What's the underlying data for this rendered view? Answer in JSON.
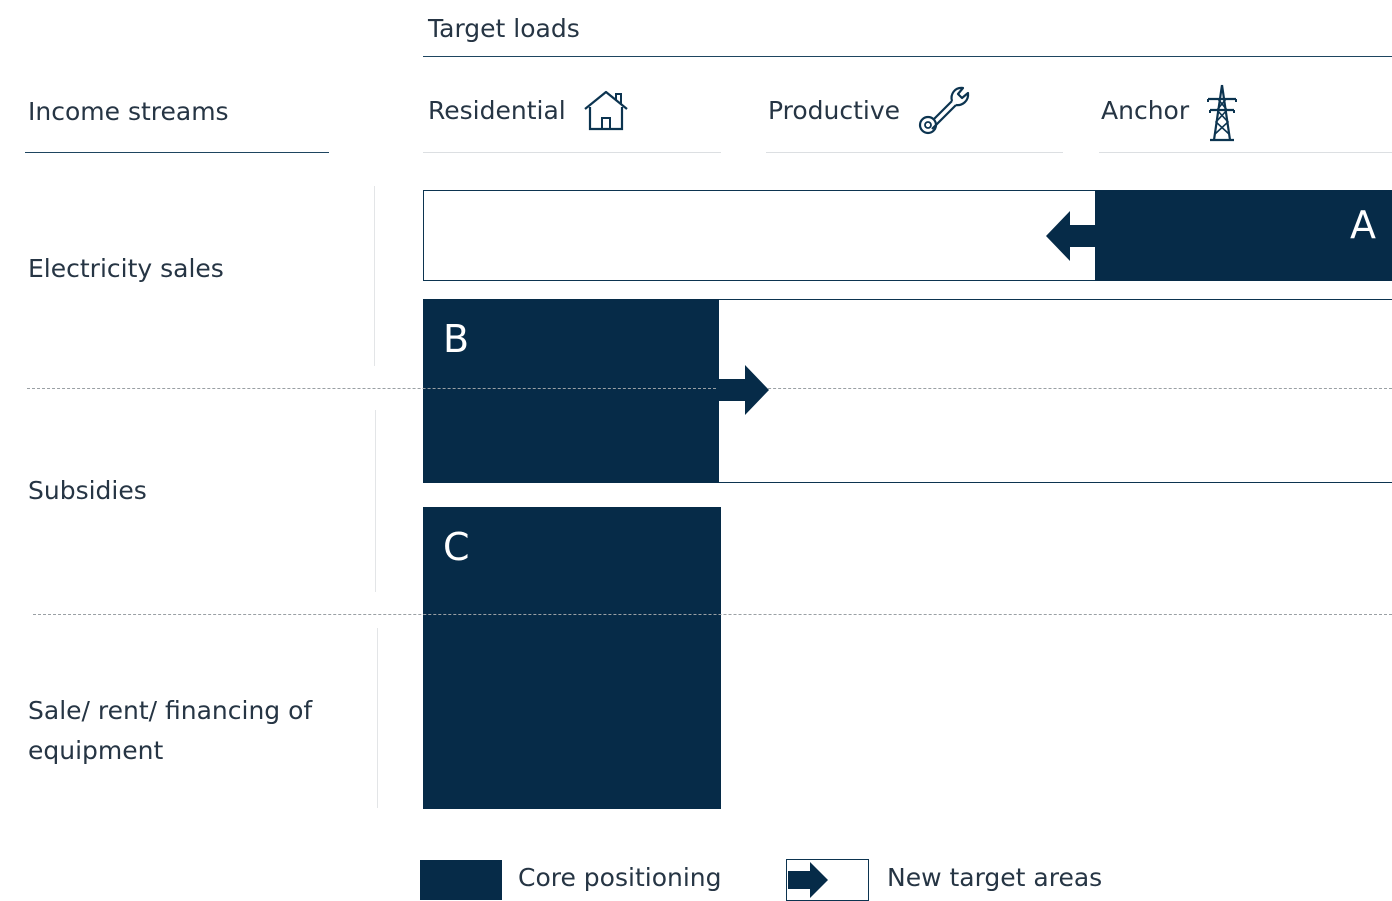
{
  "header": {
    "target_loads_label": "Target loads",
    "income_streams_label": "Income streams",
    "columns": [
      {
        "label": "Residential",
        "icon": "house-icon"
      },
      {
        "label": "Productive",
        "icon": "wrench-icon"
      },
      {
        "label": "Anchor",
        "icon": "transmission-tower-icon"
      }
    ]
  },
  "rows": [
    {
      "label": "Electricity sales"
    },
    {
      "label": "Subsidies"
    },
    {
      "label": "Sale/ rent/ financing of equipment"
    }
  ],
  "boxes": {
    "a": "A",
    "b": "B",
    "c": "C"
  },
  "legend": {
    "core_label": "Core positioning",
    "new_label": "New target areas"
  },
  "colors": {
    "navy": "#062b48",
    "text": "#263544",
    "dash": "#9aa0a4"
  }
}
